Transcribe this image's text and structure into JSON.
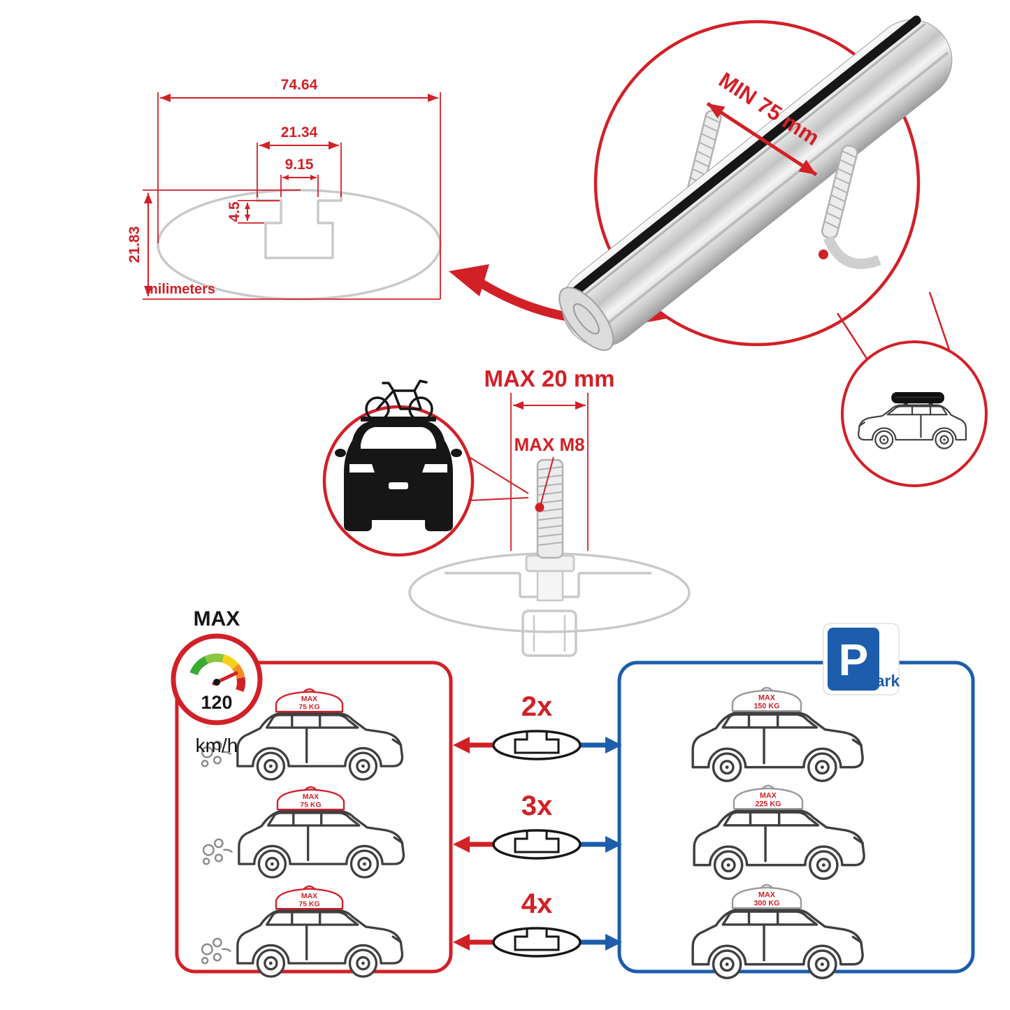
{
  "colors": {
    "accent_red": "#d22027",
    "park_blue": "#1d5dab",
    "part_gray": "#c9c9c9",
    "ink": "#161616"
  },
  "cross_section": {
    "total_width": "74.64",
    "channel_width": "21.34",
    "slot_width": "9.15",
    "slot_depth": "4.5",
    "total_height": "21.83",
    "units": "milimeters"
  },
  "bar_detail": {
    "min_spacing": "MIN 75 mm"
  },
  "bolt": {
    "max_depth": "MAX 20 mm",
    "max_thread": "MAX M8"
  },
  "speed": {
    "title": "MAX",
    "value": "120",
    "unit": "km/h"
  },
  "park_sign": {
    "letter": "P",
    "rest": "ark"
  },
  "multipliers": [
    "2x",
    "3x",
    "4x"
  ],
  "left_panel": {
    "cars": [
      {
        "max": "MAX",
        "load": "75 KG"
      },
      {
        "max": "MAX",
        "load": "75 KG"
      },
      {
        "max": "MAX",
        "load": "75 KG"
      }
    ]
  },
  "right_panel": {
    "cars": [
      {
        "max": "MAX",
        "load": "150 KG"
      },
      {
        "max": "MAX",
        "load": "225 KG"
      },
      {
        "max": "MAX",
        "load": "300 KG"
      }
    ]
  }
}
